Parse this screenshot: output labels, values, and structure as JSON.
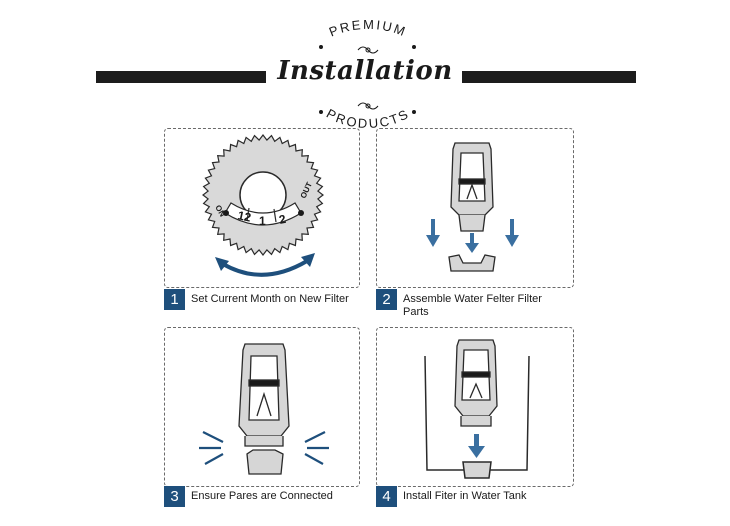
{
  "header": {
    "top_arc": "PREMIUM",
    "title": "Installation",
    "bottom_arc": "PRODUCTS"
  },
  "steps": [
    {
      "number": "1",
      "caption": "Set Current Month on New Filter"
    },
    {
      "number": "2",
      "caption": "Assemble Water Felter Filter Parts"
    },
    {
      "number": "3",
      "caption": "Ensure Pares are Connected"
    },
    {
      "number": "4",
      "caption": "Install Fiter in Water Tank"
    }
  ],
  "dial": {
    "on_label": "ON",
    "out_label": "OUT",
    "months": [
      "12",
      "1",
      "2"
    ]
  },
  "colors": {
    "accent_blue": "#1e4f7c",
    "arrow_blue": "#3a6fa0",
    "bar_dark": "#1c1c1c"
  }
}
